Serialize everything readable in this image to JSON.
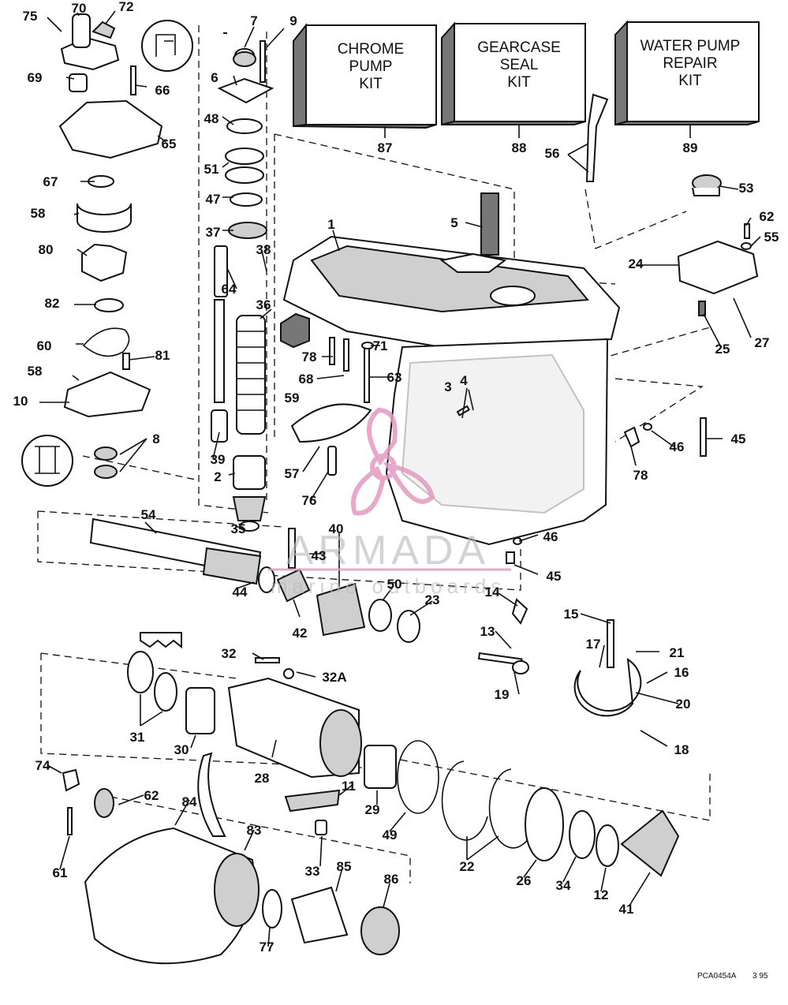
{
  "kits": [
    {
      "id": "chrome-pump-kit",
      "lines": [
        "CHROME",
        "PUMP",
        "KIT"
      ],
      "number": "87"
    },
    {
      "id": "gearcase-seal-kit",
      "lines": [
        "GEARCASE",
        "SEAL",
        "KIT"
      ],
      "number": "88"
    },
    {
      "id": "water-pump-repair-kit",
      "lines": [
        "WATER PUMP",
        "REPAIR",
        "KIT"
      ],
      "number": "89"
    }
  ],
  "callouts": [
    "75",
    "70",
    "72",
    "7",
    "9",
    "6",
    "69",
    "66",
    "48",
    "65",
    "51",
    "67",
    "47",
    "58",
    "37",
    "38",
    "80",
    "64",
    "36",
    "82",
    "60",
    "81",
    "58",
    "10",
    "8",
    "39",
    "2",
    "35",
    "54",
    "44",
    "43",
    "42",
    "40",
    "50",
    "23",
    "1",
    "5",
    "56",
    "53",
    "62",
    "55",
    "24",
    "27",
    "25",
    "78",
    "71",
    "68",
    "63",
    "59",
    "3",
    "4",
    "57",
    "76",
    "46",
    "45",
    "78",
    "46",
    "45",
    "14",
    "13",
    "15",
    "17",
    "21",
    "16",
    "20",
    "19",
    "18",
    "32",
    "32A",
    "31",
    "30",
    "28",
    "11",
    "29",
    "49",
    "22",
    "26",
    "34",
    "12",
    "41",
    "74",
    "62",
    "84",
    "83",
    "61",
    "33",
    "85",
    "86",
    "77"
  ],
  "watermark": {
    "brand": "ARMADA",
    "tagline": "marine outboards",
    "accent": "#e39ac2"
  },
  "footer": {
    "code": "PCA0454A",
    "date": "3 95"
  },
  "colors": {
    "ink": "#111111",
    "paper": "#ffffff"
  }
}
